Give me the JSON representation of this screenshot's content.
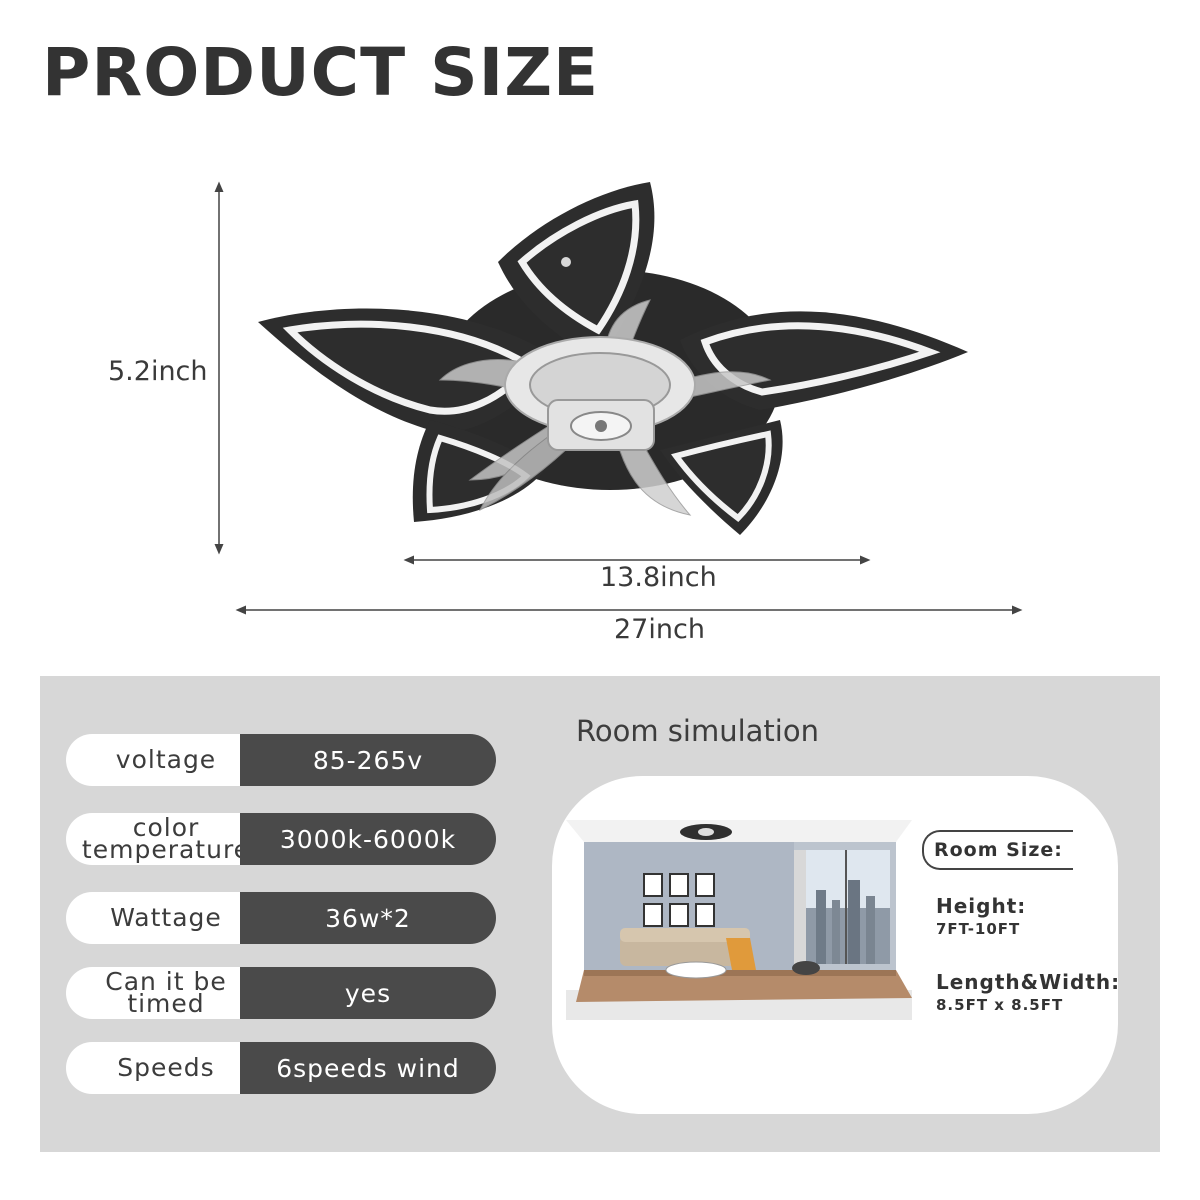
{
  "title": "PRODUCT SIZE",
  "dimensions": {
    "height": "5.2inch",
    "inner_width": "13.8inch",
    "outer_width": "27inch"
  },
  "specs": [
    {
      "label": "voltage",
      "value": "85-265v"
    },
    {
      "label": "color\ntemperature",
      "value": "3000k-6000k"
    },
    {
      "label": "Wattage",
      "value": "36w*2"
    },
    {
      "label": "Can it be\ntimed",
      "value": "yes"
    },
    {
      "label": "Speeds",
      "value": "6speeds wind"
    }
  ],
  "room": {
    "title": "Room simulation",
    "size_label": "Room Size:",
    "height_label": "Height:",
    "height_value": "7FT-10FT",
    "lw_label": "Length&Width:",
    "lw_value": "8.5FT x 8.5FT"
  },
  "colors": {
    "dark": "#4a4a4a",
    "panel": "#d7d7d7",
    "fan_body": "#2d2d2d",
    "led": "#f2f2f2"
  }
}
